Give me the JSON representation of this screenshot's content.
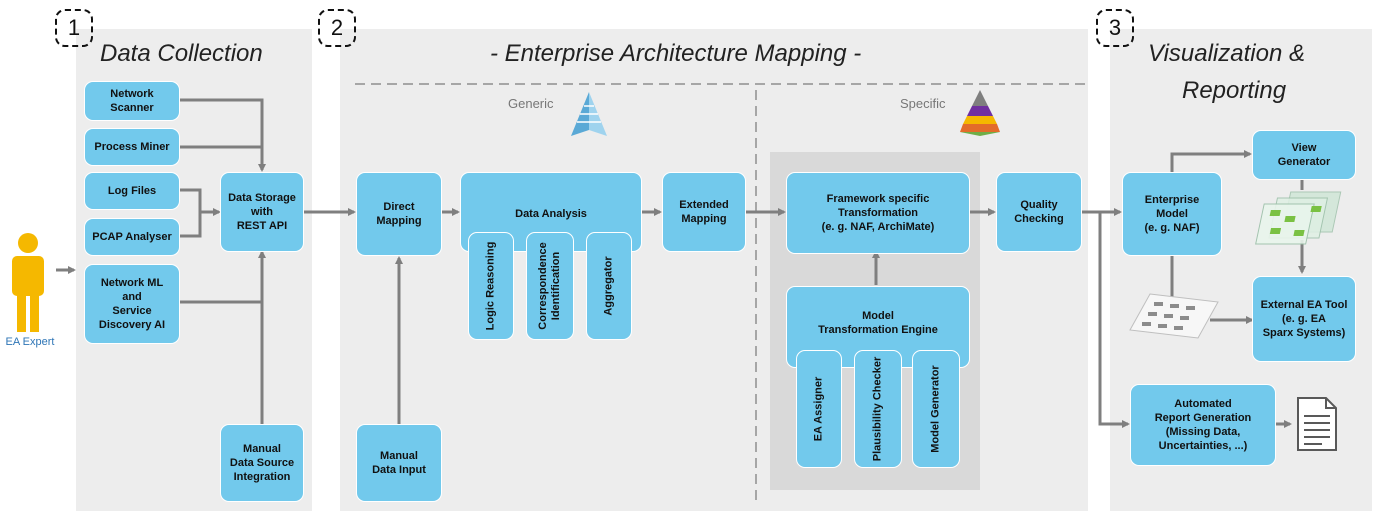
{
  "sections": {
    "collection": {
      "num": "1",
      "title": "Data Collection"
    },
    "mapping": {
      "num": "2",
      "title": "- Enterprise Architecture Mapping -",
      "generic": "Generic",
      "specific": "Specific"
    },
    "visual": {
      "num": "3",
      "title_line1": "Visualization &",
      "title_line2": "Reporting"
    }
  },
  "actor": {
    "label": "EA Expert"
  },
  "collection_boxes": {
    "network_scanner": "Network\nScanner",
    "process_miner": "Process Miner",
    "log_files": "Log Files",
    "pcap": "PCAP Analyser",
    "network_ml": "Network ML\nand\nService\nDiscovery AI",
    "data_storage": "Data Storage\nwith\nREST API",
    "manual_integration": "Manual\nData Source\nIntegration"
  },
  "mapping_boxes": {
    "direct_mapping": "Direct\nMapping",
    "manual_input": "Manual\nData Input",
    "data_analysis": "Data Analysis",
    "logic_reasoning": "Logic Reasoning",
    "correspondence": "Correspondence\nIdentification",
    "aggregator": "Aggregator",
    "extended_mapping": "Extended\nMapping",
    "framework_transform": "Framework specific\nTransformation\n(e. g. NAF, ArchiMate)",
    "model_engine": "Model\nTransformation Engine",
    "ea_assigner": "EA Assigner",
    "plausibility": "Plausibility Checker",
    "model_generator": "Model Generator",
    "quality_checking": "Quality\nChecking"
  },
  "visual_boxes": {
    "enterprise_model": "Enterprise\nModel\n(e. g. NAF)",
    "view_generator": "View\nGenerator",
    "external_tool": "External EA Tool\n(e. g. EA\nSparx Systems)",
    "report_generation": "Automated\nReport Generation\n(Missing Data,\nUncertainties, ...)"
  },
  "colors": {
    "box": "#72c9ec",
    "arrow": "#7f7f7f",
    "panel": "#ededed",
    "inner": "#d9d9d9",
    "actor": "#f5b800",
    "actor_label": "#2e75b6"
  },
  "icons": [
    "person-icon",
    "pyramid-generic-icon",
    "pyramid-specific-icon",
    "view-stack-icon",
    "diagram-sheet-icon",
    "document-icon"
  ]
}
